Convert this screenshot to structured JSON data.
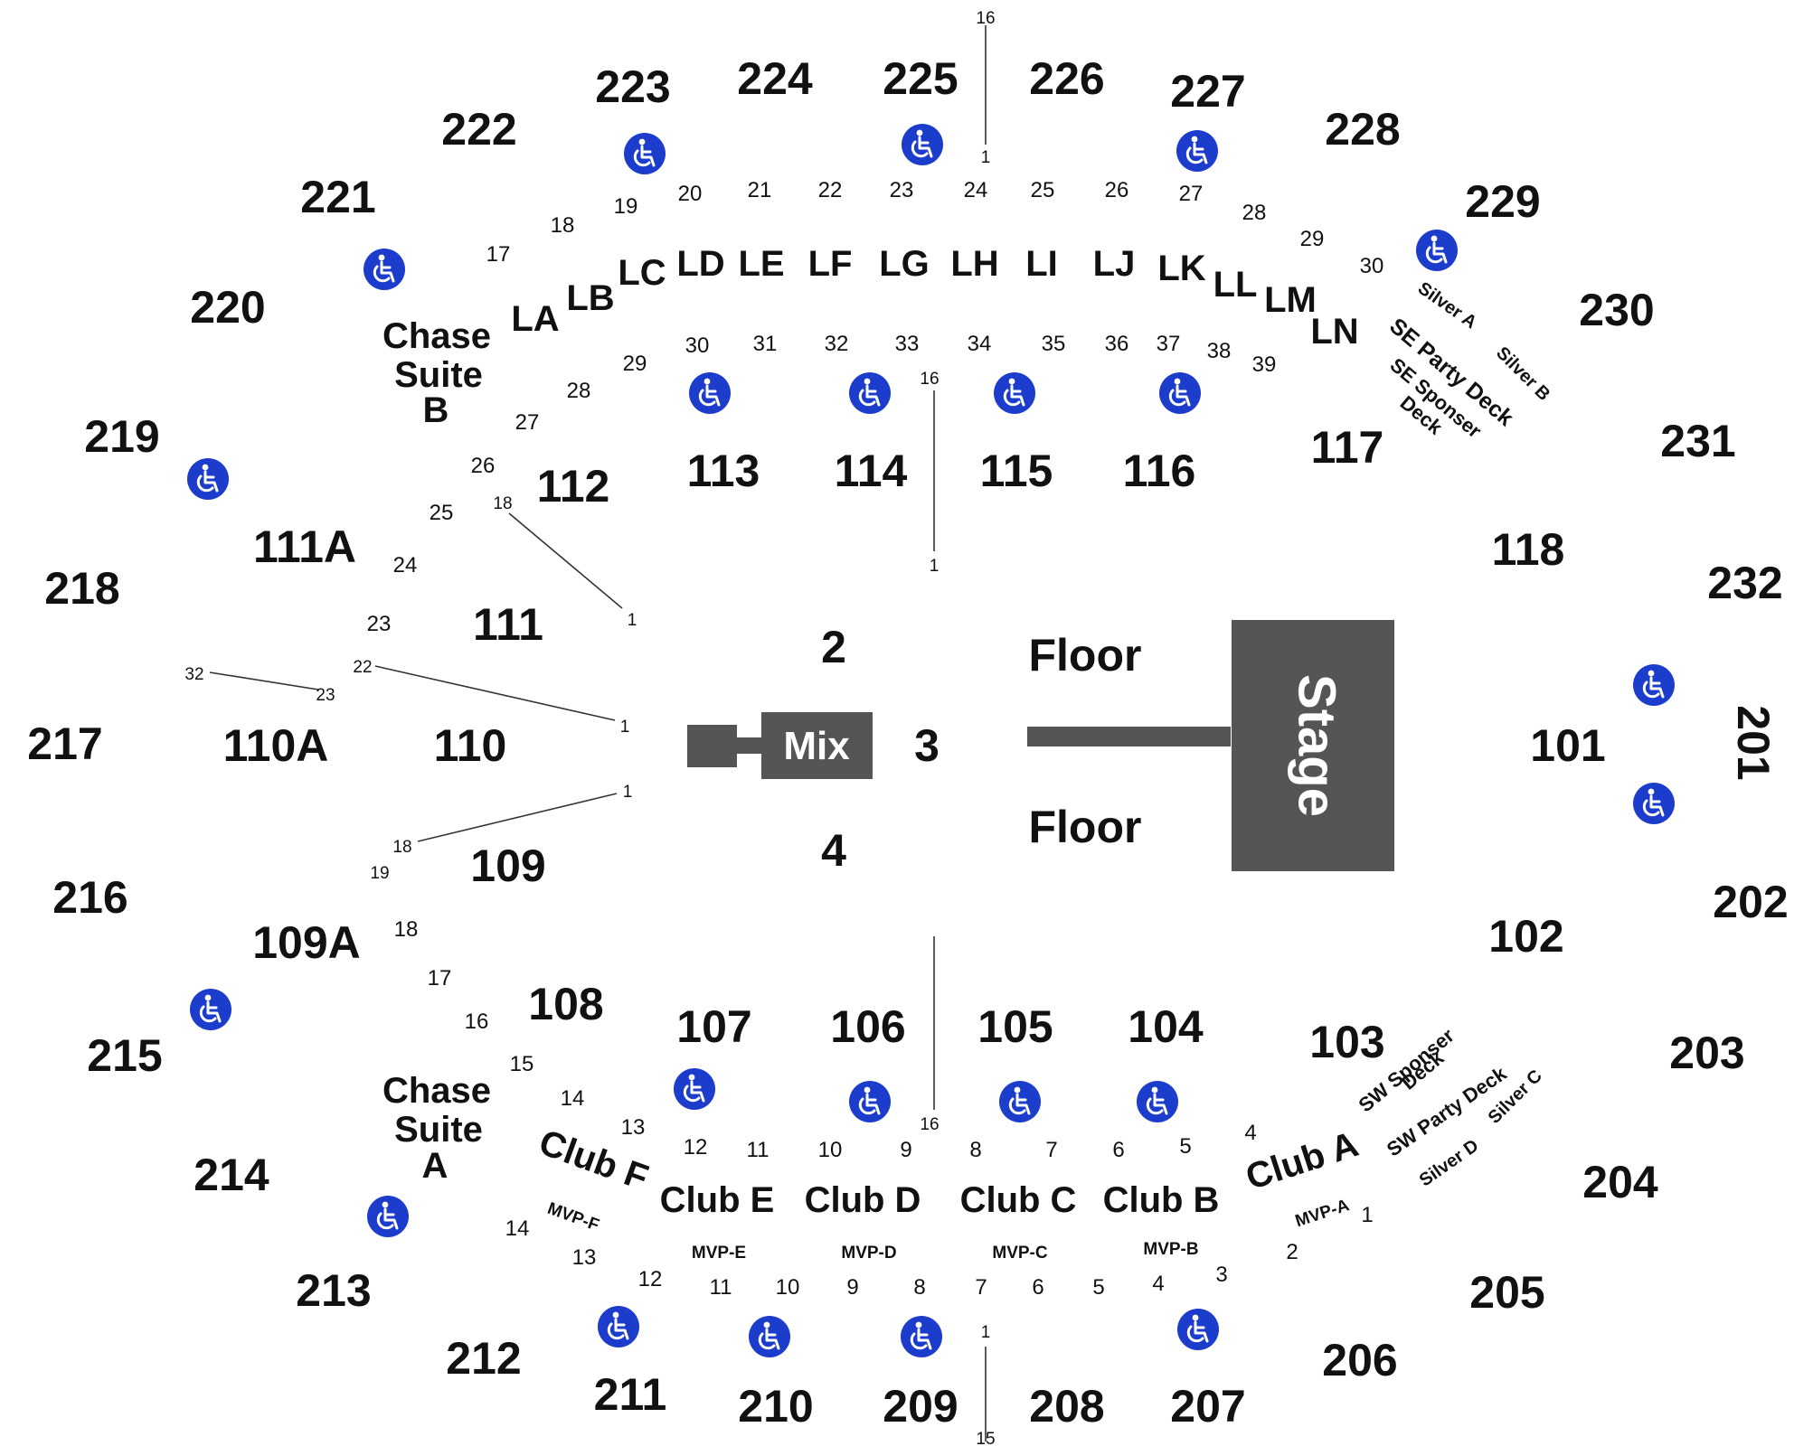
{
  "stage": {
    "label": "Stage",
    "color": "#555555"
  },
  "mix": {
    "label": "Mix"
  },
  "floor": {
    "labels": [
      "Floor",
      "Floor"
    ],
    "sections": [
      "2",
      "3",
      "4"
    ]
  },
  "accessible_icon": {
    "name": "wheelchair-icon",
    "color": "#1c3ccc"
  },
  "sections_200": [
    "201",
    "202",
    "203",
    "204",
    "205",
    "206",
    "207",
    "208",
    "209",
    "210",
    "211",
    "212",
    "213",
    "214",
    "215",
    "216",
    "217",
    "218",
    "219",
    "220",
    "221",
    "222",
    "223",
    "224",
    "225",
    "226",
    "227",
    "228",
    "229",
    "230",
    "231",
    "232"
  ],
  "sections_100": [
    "101",
    "102",
    "103",
    "104",
    "105",
    "106",
    "107",
    "108",
    "109",
    "109A",
    "110",
    "110A",
    "111",
    "111A",
    "112",
    "113",
    "114",
    "115",
    "116",
    "117",
    "118"
  ],
  "chase_suites": {
    "a_line1": "Chase",
    "a_line2": "Suite",
    "a_line3": "A",
    "b_line1": "Chase",
    "b_line2": "Suite",
    "b_line3": "B"
  },
  "clubs": [
    "Club A",
    "Club B",
    "Club C",
    "Club D",
    "Club E",
    "Club F"
  ],
  "mvp": [
    "MVP-A",
    "MVP-B",
    "MVP-C",
    "MVP-D",
    "MVP-E",
    "MVP-F"
  ],
  "loges": [
    "LA",
    "LB",
    "LC",
    "LD",
    "LE",
    "LF",
    "LG",
    "LH",
    "LI",
    "LJ",
    "LK",
    "LL",
    "LM",
    "LN"
  ],
  "decks": {
    "se_party": "SE Party Deck",
    "se_sponser_1": "SE Sponser",
    "se_sponser_2": "Deck",
    "sw_party": "SW Party Deck",
    "sw_sponser_1": "SW Sponser",
    "sw_sponser_2": "Deck",
    "silver_a": "Silver A",
    "silver_b": "Silver B",
    "silver_c": "Silver C",
    "silver_d": "Silver D"
  },
  "suite_numbers_top_outer": [
    "17",
    "18",
    "19",
    "20",
    "21",
    "22",
    "23",
    "24",
    "25",
    "26",
    "27",
    "28",
    "29",
    "30"
  ],
  "suite_numbers_top_inner": [
    "25",
    "26",
    "27",
    "28",
    "29",
    "30",
    "31",
    "32",
    "33",
    "34",
    "35",
    "36",
    "37",
    "38",
    "39"
  ],
  "suite_numbers_bottom_upper": [
    "18",
    "17",
    "16",
    "15",
    "14",
    "13",
    "12",
    "11",
    "10",
    "9",
    "8",
    "7",
    "6",
    "5",
    "4"
  ],
  "suite_numbers_bottom_lower": [
    "14",
    "13",
    "12",
    "11",
    "10",
    "9",
    "8",
    "7",
    "6",
    "5",
    "4",
    "3",
    "2",
    "1"
  ],
  "row_markers": {
    "sec225_top": "16",
    "sec225_bottom": "1",
    "sec114_top": "16",
    "sec114_bottom": "1",
    "sec112_top": "18",
    "sec112_bottom": "1",
    "sec110_a": "22",
    "sec110_b": "1",
    "sec110a_a": "32",
    "sec110a_b": "23",
    "sec109_a": "18",
    "sec109_b": "1",
    "sec109_c": "19",
    "sec106_top": "16",
    "sec209_top": "1",
    "sec209_bottom": "15",
    "sec111a_a": "24",
    "sec111a_b": "23"
  }
}
